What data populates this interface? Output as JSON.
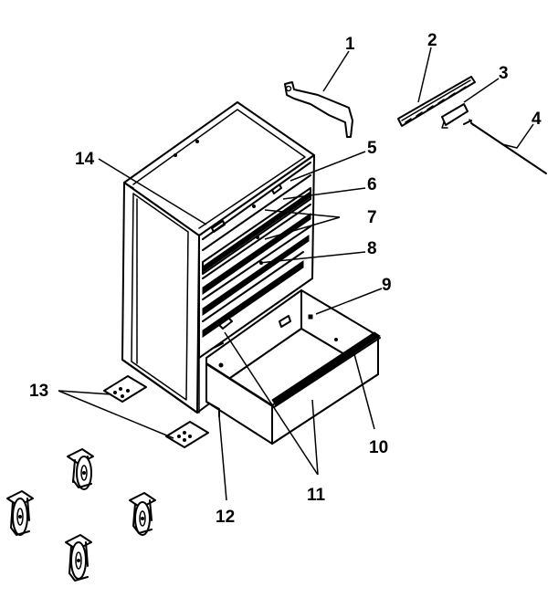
{
  "diagram": {
    "part_numbers": [
      "1",
      "2",
      "3",
      "4",
      "5",
      "6",
      "7",
      "8",
      "9",
      "10",
      "11",
      "12",
      "13",
      "14"
    ],
    "callouts": [
      {
        "id": "1",
        "label": "1"
      },
      {
        "id": "2",
        "label": "2"
      },
      {
        "id": "3",
        "label": "3"
      },
      {
        "id": "4",
        "label": "4"
      },
      {
        "id": "5",
        "label": "5"
      },
      {
        "id": "6",
        "label": "6"
      },
      {
        "id": "7",
        "label": "7"
      },
      {
        "id": "8",
        "label": "8"
      },
      {
        "id": "9",
        "label": "9"
      },
      {
        "id": "10",
        "label": "10"
      },
      {
        "id": "11",
        "label": "11"
      },
      {
        "id": "12",
        "label": "12"
      },
      {
        "id": "13",
        "label": "13"
      },
      {
        "id": "14",
        "label": "14"
      }
    ],
    "colors": {
      "ink": "#000000",
      "background": "#ffffff"
    }
  }
}
